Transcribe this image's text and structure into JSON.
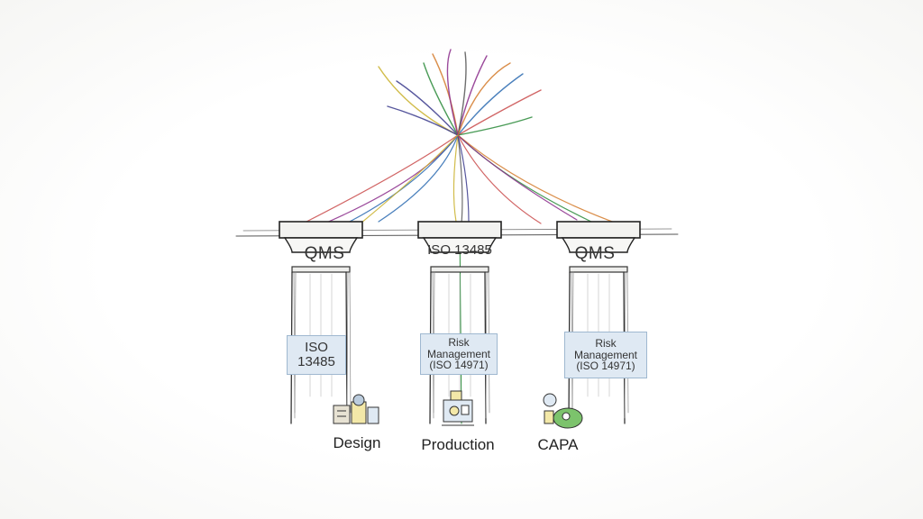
{
  "pillars": [
    {
      "capital": "QMS",
      "box": "ISO 13485"
    },
    {
      "capital": "ISO 13485",
      "box": "Risk Management (ISO 14971)"
    },
    {
      "capital": "QMS",
      "box": "Risk Management (ISO 14971)"
    }
  ],
  "processes": [
    {
      "label": "Design",
      "icon": "design-icon"
    },
    {
      "label": "Production",
      "icon": "production-icon"
    },
    {
      "label": "CAPA",
      "icon": "capa-icon"
    }
  ],
  "colors": {
    "strands": [
      "#3a3a8c",
      "#2a8a3a",
      "#d47a2a",
      "#8a2a8a",
      "#2a6ab0",
      "#c94a4a",
      "#c9b02a",
      "#555555"
    ],
    "box_fill": "#dfe9f3",
    "ink": "#333333"
  }
}
